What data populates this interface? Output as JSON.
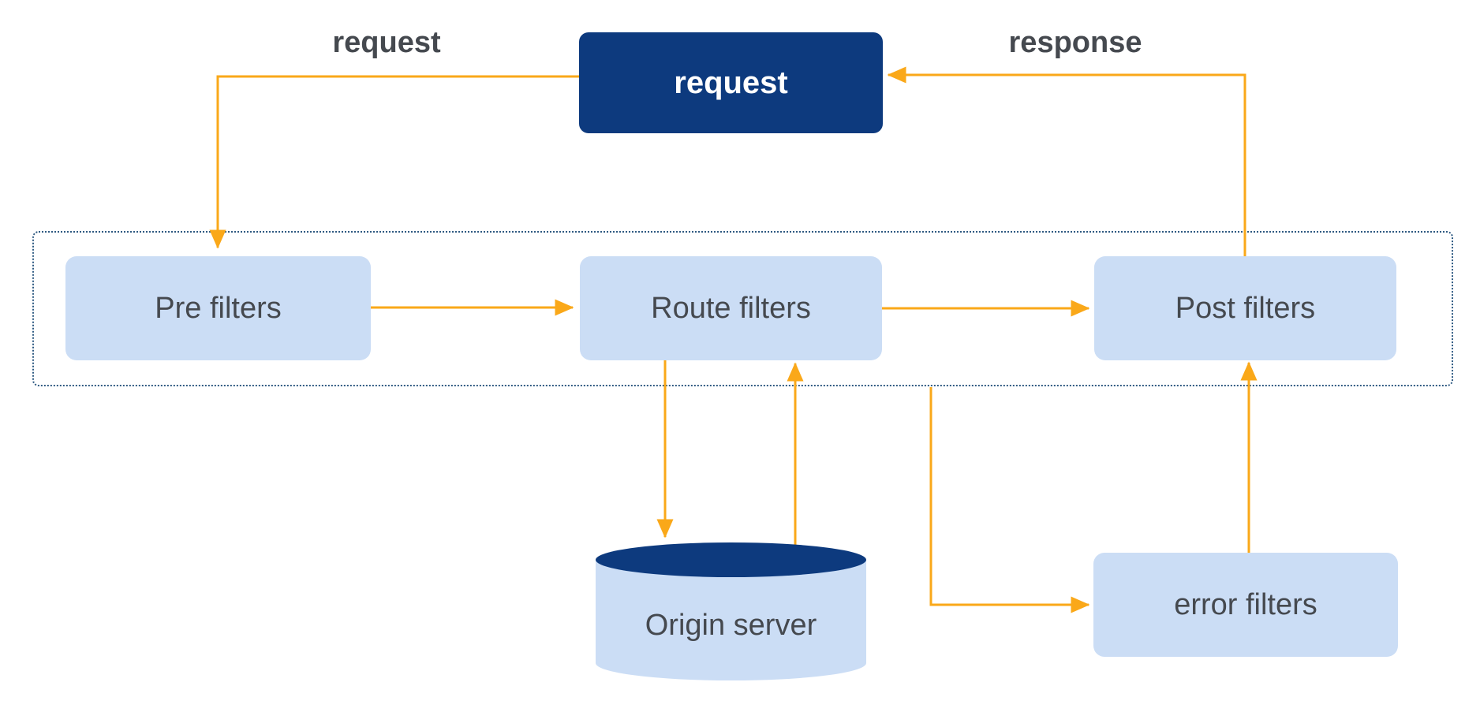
{
  "diagram": {
    "type": "flow-diagram",
    "colors": {
      "navy": "#0d3a7e",
      "lightblue": "#cbddf5",
      "arrow": "#faa819",
      "dots": "#2f5a82",
      "graytext": "#45494f",
      "background": "#ffffff"
    },
    "nodes": {
      "request_box": {
        "label": "request"
      },
      "pre_filters": {
        "label": "Pre filters"
      },
      "route_filters": {
        "label": "Route filters"
      },
      "post_filters": {
        "label": "Post filters"
      },
      "error_filters": {
        "label": "error filters"
      },
      "origin_server": {
        "label": "Origin server"
      }
    },
    "edge_labels": {
      "request": "request",
      "response": "response"
    },
    "edges": [
      {
        "from": "request_box",
        "to": "pre_filters",
        "label": "request"
      },
      {
        "from": "pre_filters",
        "to": "route_filters",
        "label": ""
      },
      {
        "from": "route_filters",
        "to": "post_filters",
        "label": ""
      },
      {
        "from": "route_filters",
        "to": "origin_server",
        "label": ""
      },
      {
        "from": "origin_server",
        "to": "route_filters",
        "label": ""
      },
      {
        "from": "filter_runtime",
        "to": "error_filters",
        "label": ""
      },
      {
        "from": "error_filters",
        "to": "post_filters",
        "label": ""
      },
      {
        "from": "post_filters",
        "to": "request_box",
        "label": "response"
      }
    ]
  }
}
